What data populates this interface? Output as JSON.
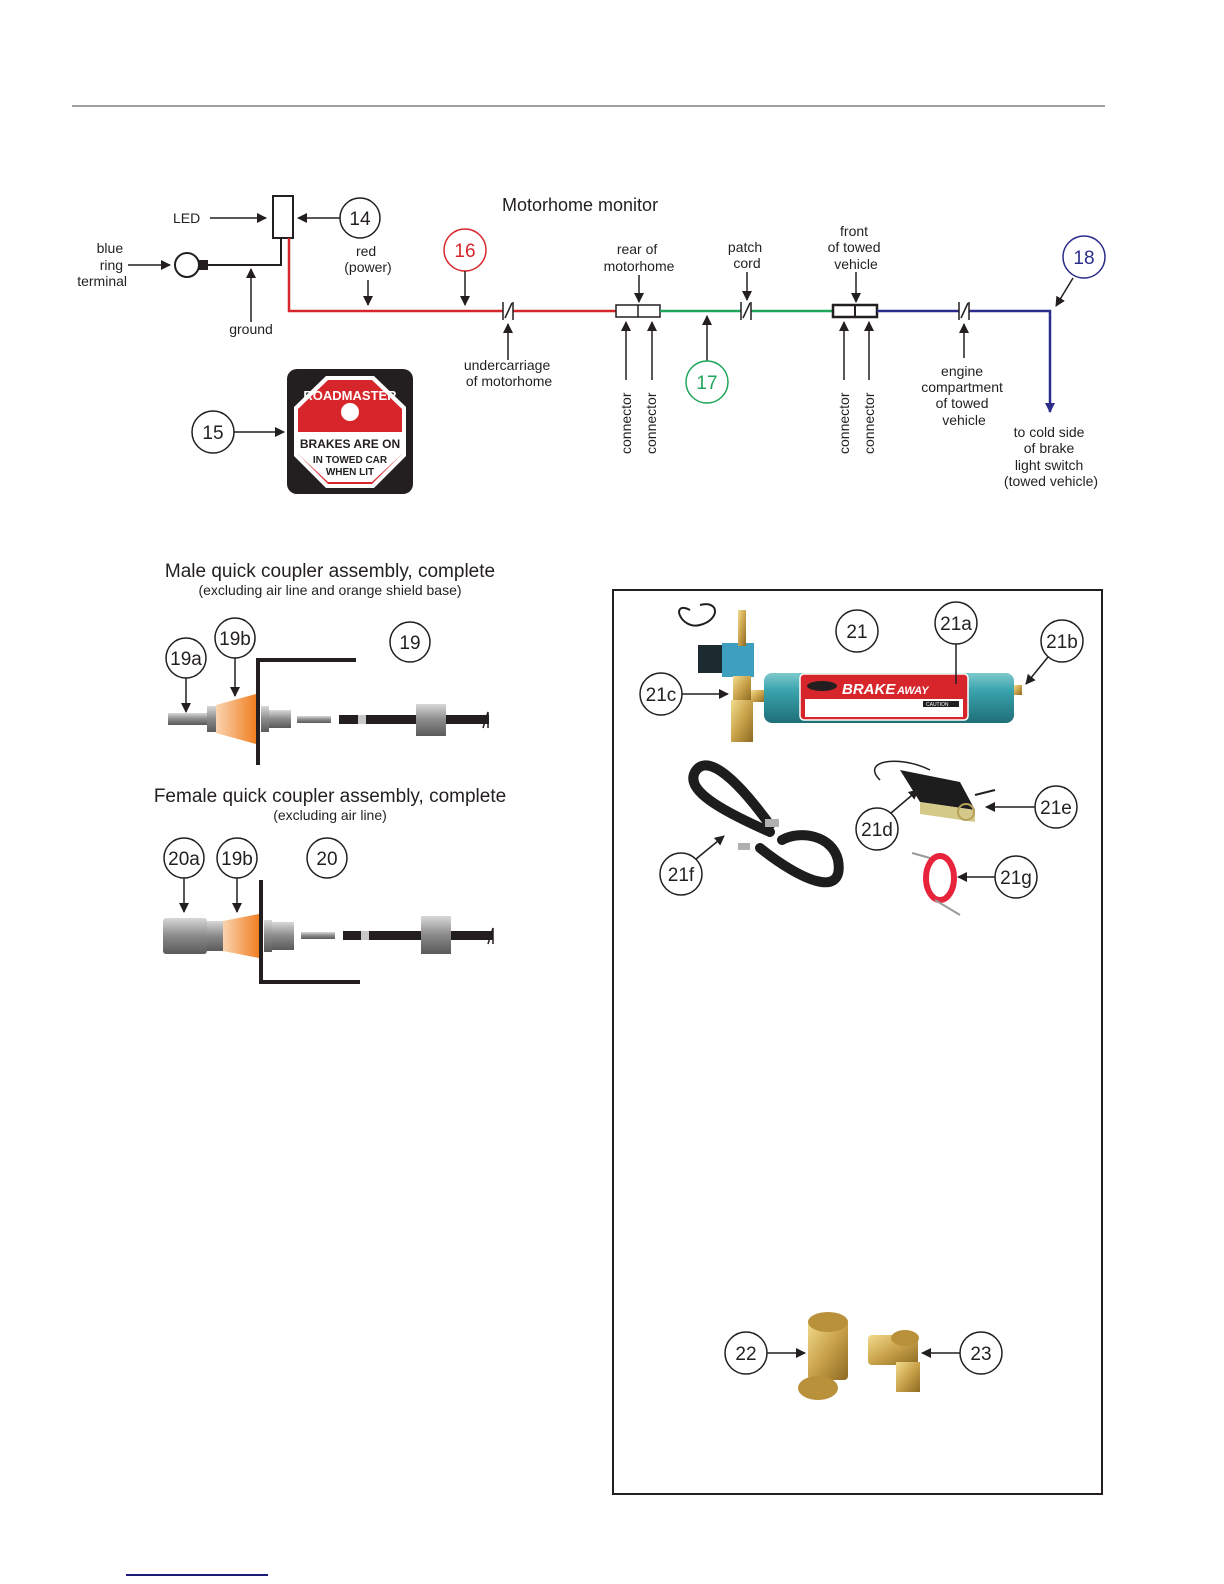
{
  "wiring_diagram": {
    "title": "Motorhome monitor",
    "labels": {
      "led": "LED",
      "blue_ring_terminal": [
        "blue",
        "ring",
        "terminal"
      ],
      "ground": "ground",
      "red_power": [
        "red",
        "(power)"
      ],
      "undercarriage": [
        "undercarriage",
        "of motorhome"
      ],
      "rear_of_motorhome": [
        "rear of",
        "motorhome"
      ],
      "patch_cord": [
        "patch",
        "cord"
      ],
      "front_of_towed": [
        "front",
        "of towed",
        "vehicle"
      ],
      "engine_compartment": [
        "engine",
        "compartment",
        "of towed",
        "vehicle"
      ],
      "cold_side": [
        "to cold side",
        "of brake",
        "light switch",
        "(towed vehicle)"
      ],
      "connector": "connector"
    },
    "callouts": {
      "c14": "14",
      "c15": "15",
      "c16": "16",
      "c17": "17",
      "c18": "18"
    },
    "wire_colors": {
      "red": "#d7262b",
      "green": "#1fa65a",
      "blue": "#2b2c8c",
      "black": "#231f20"
    }
  },
  "sticker": {
    "brand": "ROADMASTER",
    "line1": "BRAKES ARE ON",
    "line2": "IN TOWED CAR",
    "line3": "WHEN LIT"
  },
  "male_coupler": {
    "title": "Male quick coupler assembly, complete",
    "subtitle": "(excluding air line and orange shield base)",
    "callouts": {
      "c19a": "19a",
      "c19b": "19b",
      "c19": "19"
    }
  },
  "female_coupler": {
    "title": "Female quick coupler assembly, complete",
    "subtitle": "(excluding air line)",
    "callouts": {
      "c20a": "20a",
      "c19b": "19b",
      "c20": "20"
    }
  },
  "brakeaway_panel": {
    "label_brand": "BRAKE",
    "label_brand2": "AWAY",
    "caution": "CAUTION",
    "callouts": {
      "c21": "21",
      "c21a": "21a",
      "c21b": "21b",
      "c21c": "21c",
      "c21d": "21d",
      "c21e": "21e",
      "c21f": "21f",
      "c21g": "21g",
      "c22": "22",
      "c23": "23"
    }
  }
}
